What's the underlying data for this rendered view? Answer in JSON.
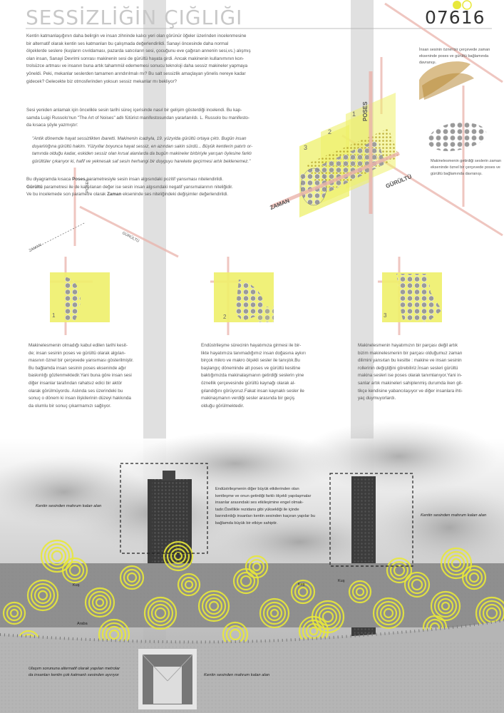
{
  "header": {
    "title": "SESSİZLİĞİN ÇIĞLIĞI",
    "code": "07616"
  },
  "colors": {
    "accent": "#e8e83a",
    "beam": "#e6a7a0",
    "column": "#d0d0d0"
  },
  "intro_lines": [
    "Kentin katmanlaşığının daha belirgin ve insan zihninde kalıcı yeri olan görünür öğeler üzerinden incelenmesine",
    "bir alternatif olarak kentin ses katmanları bu çalışmada değerlendirildi. Sanayi öncesinde daha normal",
    "ölçeklerde seslere (kuşların cıvıldaması, pazarda satıcıların sesi, çocuğunu eve çağıran annenin sesi,vs.) alışmış",
    "olan insan, Sanayi Devrimi sonrası makinenin sesi de gürültü hayata girdi. Ancak makinenin kullanımının kon-",
    "trolsüzce artması ve insanın buna artık tahammül edememesi sonucu teknoloji daha sessiz makineler yapmaya",
    "yöneldi. Peki, mekanlar seslerden tamamen arındırılmalı mı? Bu salt sessizlik amaçlayan yönelis nereye kadar",
    "gidecek? Gelecekte biz otmosferinden yoksun sessiz mekanlar mı bekliyor?"
  ],
  "russolo_intro_lines": [
    "Sesi yeniden anlamak için öncelikle sesin tarihi süreç içerisinde nasıl bir gelişim gösterdiği incelendi. Bu kap-",
    "samda Luigi Russolo'nun \"The Art of Noises\" adlı fütürist manifestosundan yararlanıldı. L. Russolo bu manifesto-",
    "da kısaca şöyle yazmıştır:"
  ],
  "quote_lines": [
    "\"Antik dönemde hayat sessizlikten ibaretti. Makinenin icadıyla, 19. yüzyılda gürültü ortaya çıktı. Bugün insan",
    "duyarlılığına gürültü hakim. Yüzyıllar boyunca hayat sessiz, en azından sakin sürdü... Büyük kentlerin patırtı or-",
    "tamında olduğu kadar, eskiden sessiz olan kırsal alanlarda da bugün makineler birbiriyle yarışan öylesine farklı",
    "gürültüler çıkarıyor ki, hafif ve yeknesak saf sesin herhangi bir duyguyu harekete geçirmesi artık beklenemez.\""
  ],
  "diagram_text_lines": [
    [
      "Bu diyagramda kısaca ",
      "Poses",
      " parametresiyle sesin insan algısındaki pozitif yansıması nitelendirildi."
    ],
    [
      "Gürültü",
      " parametresi ile de karşılanan değer ise sesin insan algısındaki negatif yansımalarının niteliğidir."
    ],
    [
      "Ve bu incelemede son parametre olarak ",
      "Zaman",
      " ekseninde ses niteliğindeki değişimler değerlendirildi."
    ]
  ],
  "axes": {
    "poses": "POSES",
    "gurultu": "GÜRÜLTÜ",
    "zaman": "ZAMAN"
  },
  "right_notes": {
    "top_lines": [
      "İnsan sesinin öznel bir çerçevede zaman",
      "ekseninde poses ve gürültü bağlamında",
      "davranışı."
    ],
    "bottom_lines": [
      "Makinelesmenin getirdiği seslerin zaman",
      "ekseninde öznel bir çerçevede poses ve",
      "gürültü bağlamında davranışı."
    ]
  },
  "layers": [
    "1",
    "2",
    "3"
  ],
  "col1_lines": [
    "Makinelesmenin olmadığı kabul edilen tarihi kesit-",
    "de; insan sesinin poses ve gürültü olarak algılan-",
    "masının öznel bir çerçevede yansıması gösterilmiştir.",
    "Bu bağlamda insan sesinin poses ekseninde ağır",
    "baskınlığı gözlenmektedir.Yani buna göre insan sesi",
    "diğer insanlar tarafından rahatsız edici bir aktör",
    "olarak görülmüyordu. Aslında ses üzerindeki bu",
    "sonuç o dönem ki insan ilişkilerinin düzeyi hakkında",
    "da olumlu bir sonuç çıkarmamızı sağlıyor."
  ],
  "col2_lines": [
    "Endüstrileşme sürecinin hayatımıza girmesi ile bir-",
    "likte hayatımıza tanımadığımız insan doğasına aykırı",
    "birçok mikro ve makro ölçekli sesler ile tanıştık.Bu",
    "başlangıç döneminde alt poses ve gürültü kesitine",
    "baktığımızda makinalaşmanın getirdiği seslerin yine",
    "öznellik çerçevesinde gürültü kaynağı olarak al-",
    "gılandığını görüyoruz.Fakat insan kaynaklı sesler ile",
    "makinaşmanın verdiği sesler arasında bir geçiş",
    "olduğu görülmektedir."
  ],
  "col3_lines": [
    "Makinelesmenin hayatımızın bir parçası değil artık",
    "bizim makinelesmenin bir parçası olduğumuz zaman",
    "dilimini yansıtan bu kesitte : makine ve insan sesinin",
    "rollerinin değiştiğini görebiliriz.İnsan sesleri gürültü",
    "makina sesleri ise poses olarak tanımlanıyor.Yani in-",
    "sanlar artık makineleri sahiplenmiş durumda iken git-",
    "tikçe kendisine yabancılaşıyor ve diğer insanlara ihti-",
    "yaç duymuyorlardı."
  ],
  "city": {
    "center_lines": [
      "Endüstrileşmenin diğer büyük etkilerinden olan",
      "kentleşme ve onun getirdiği farklı ölçekli yapılaşmalar",
      "insanlar arasındaki ses etkileşimine engel olmak-",
      "tadır.Özellikle rezidans gibi yüksekliği ile içinde",
      "barındırdığı insanları kentin sesinden kaçıran yapılar bu",
      "bağlamda büyük bir etkiye sahiptir."
    ],
    "left_label": "Kentin sesinden mahrum kalan alan",
    "right_label": "Kentin sesinden mahrum kalan alan",
    "bottom_label": "Kentin sesinden mahrum kalan alan",
    "metro_lines": [
      "Ulaşım sorununa alternatif olarak yapılan metrolar",
      "da insanları kentin çok katmanlı sesinden ayırıyor"
    ],
    "kus1": "Kuş",
    "kus2": "Kuş",
    "kus3": "Kuş",
    "araba": "Araba"
  }
}
